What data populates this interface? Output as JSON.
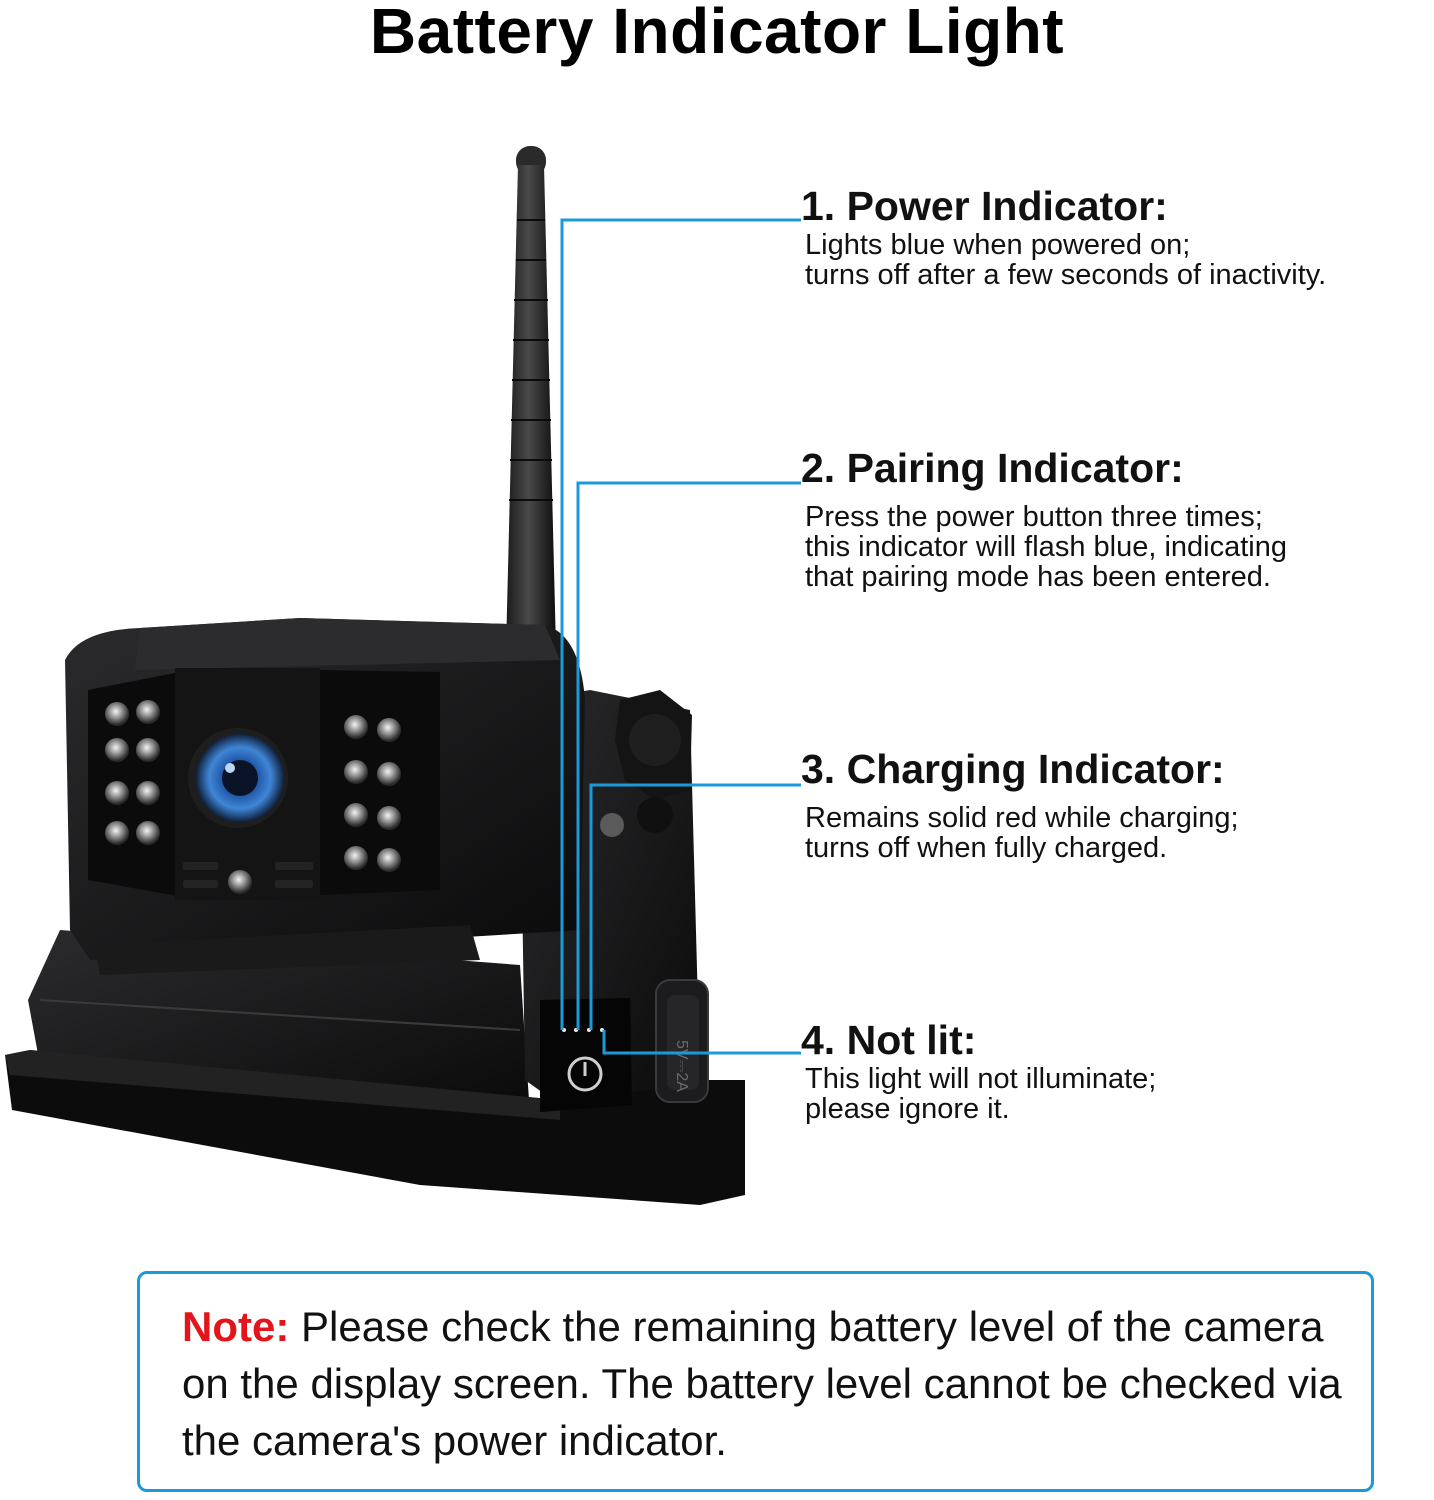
{
  "title": "Battery Indicator Light",
  "colors": {
    "leader_line": "#1b9ad9",
    "note_label": "#e3151a",
    "note_border": "#1b9ad9"
  },
  "camera": {
    "port_label": "5V⎓2A",
    "icon": "power-button-icon"
  },
  "callouts": [
    {
      "heading": "1. Power Indicator:",
      "description": "Lights blue when powered on;\nturns off after a few seconds of inactivity."
    },
    {
      "heading": "2. Pairing Indicator:",
      "description": "Press the power button three times;\nthis indicator will flash blue, indicating\nthat pairing mode has been entered."
    },
    {
      "heading": "3. Charging Indicator:",
      "description": "Remains solid red while charging;\nturns off when fully charged."
    },
    {
      "heading": "4. Not lit:",
      "description": "This light will not illuminate;\nplease ignore it."
    }
  ],
  "note": {
    "label": "Note:",
    "text": " Please check the remaining battery level of the camera on the display screen. The battery level cannot be checked via the camera's power indicator."
  }
}
